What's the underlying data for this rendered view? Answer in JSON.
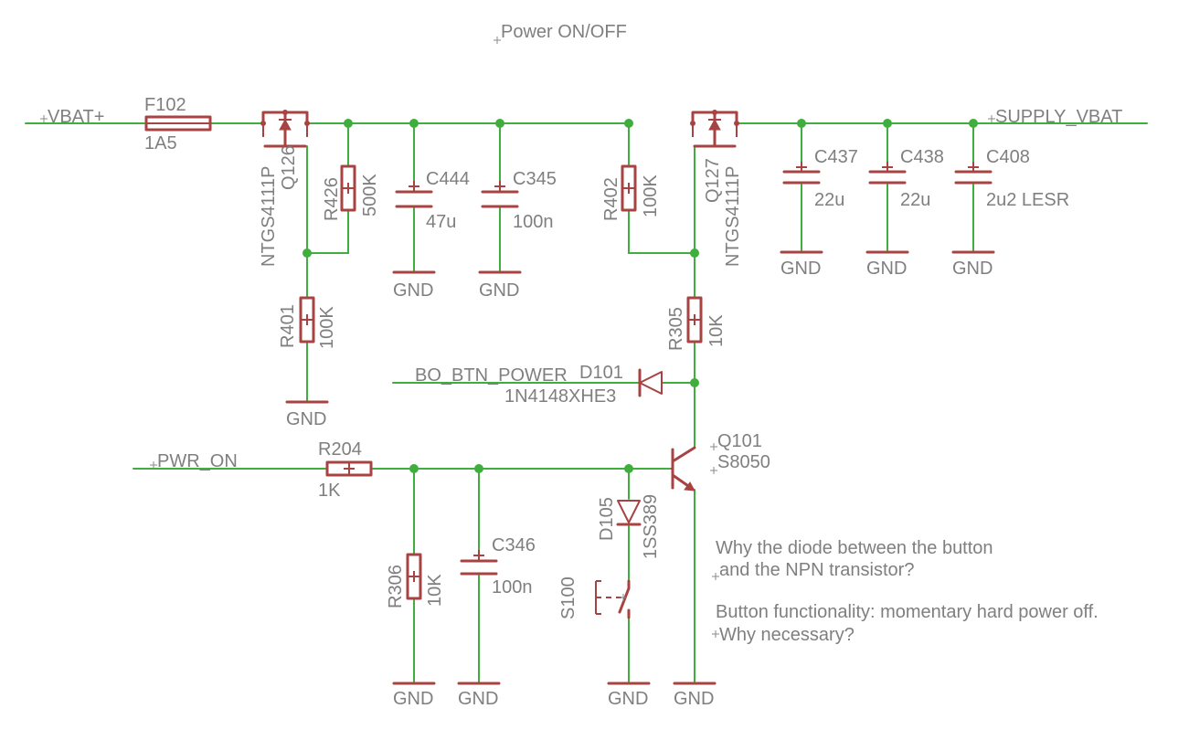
{
  "title": "Power ON/OFF",
  "nets": {
    "vbat": "VBAT+",
    "supply": "SUPPLY_VBAT",
    "btn": "BO_BTN_POWER",
    "pwr_on": "PWR_ON",
    "gnd": "GND"
  },
  "components": {
    "F102": {
      "name": "F102",
      "value": "1A5"
    },
    "Q126": {
      "name": "Q126",
      "value": "NTGS4111P"
    },
    "Q127": {
      "name": "Q127",
      "value": "NTGS4111P"
    },
    "R426": {
      "name": "R426",
      "value": "500K"
    },
    "R401": {
      "name": "R401",
      "value": "100K"
    },
    "R402": {
      "name": "R402",
      "value": "100K"
    },
    "R305": {
      "name": "R305",
      "value": "10K"
    },
    "R204": {
      "name": "R204",
      "value": "1K"
    },
    "R306": {
      "name": "R306",
      "value": "10K"
    },
    "C444": {
      "name": "C444",
      "value": "47u"
    },
    "C345": {
      "name": "C345",
      "value": "100n"
    },
    "C437": {
      "name": "C437",
      "value": "22u"
    },
    "C438": {
      "name": "C438",
      "value": "22u"
    },
    "C408": {
      "name": "C408",
      "value": "2u2 LESR"
    },
    "C346": {
      "name": "C346",
      "value": "100n"
    },
    "D101": {
      "name": "D101",
      "value": "1N4148XHE3"
    },
    "D105": {
      "name": "D105",
      "value": "1SS389"
    },
    "Q101": {
      "name": "Q101",
      "value": "S8050"
    },
    "S100": {
      "name": "S100"
    }
  },
  "notes": [
    "Why the diode between the button",
    "and the NPN transistor?",
    "Button functionality: momentary hard power off.",
    "Why necessary?"
  ],
  "colors": {
    "wire": "#3fae3f",
    "part": "#a84343",
    "text": "#7f7f7f"
  }
}
